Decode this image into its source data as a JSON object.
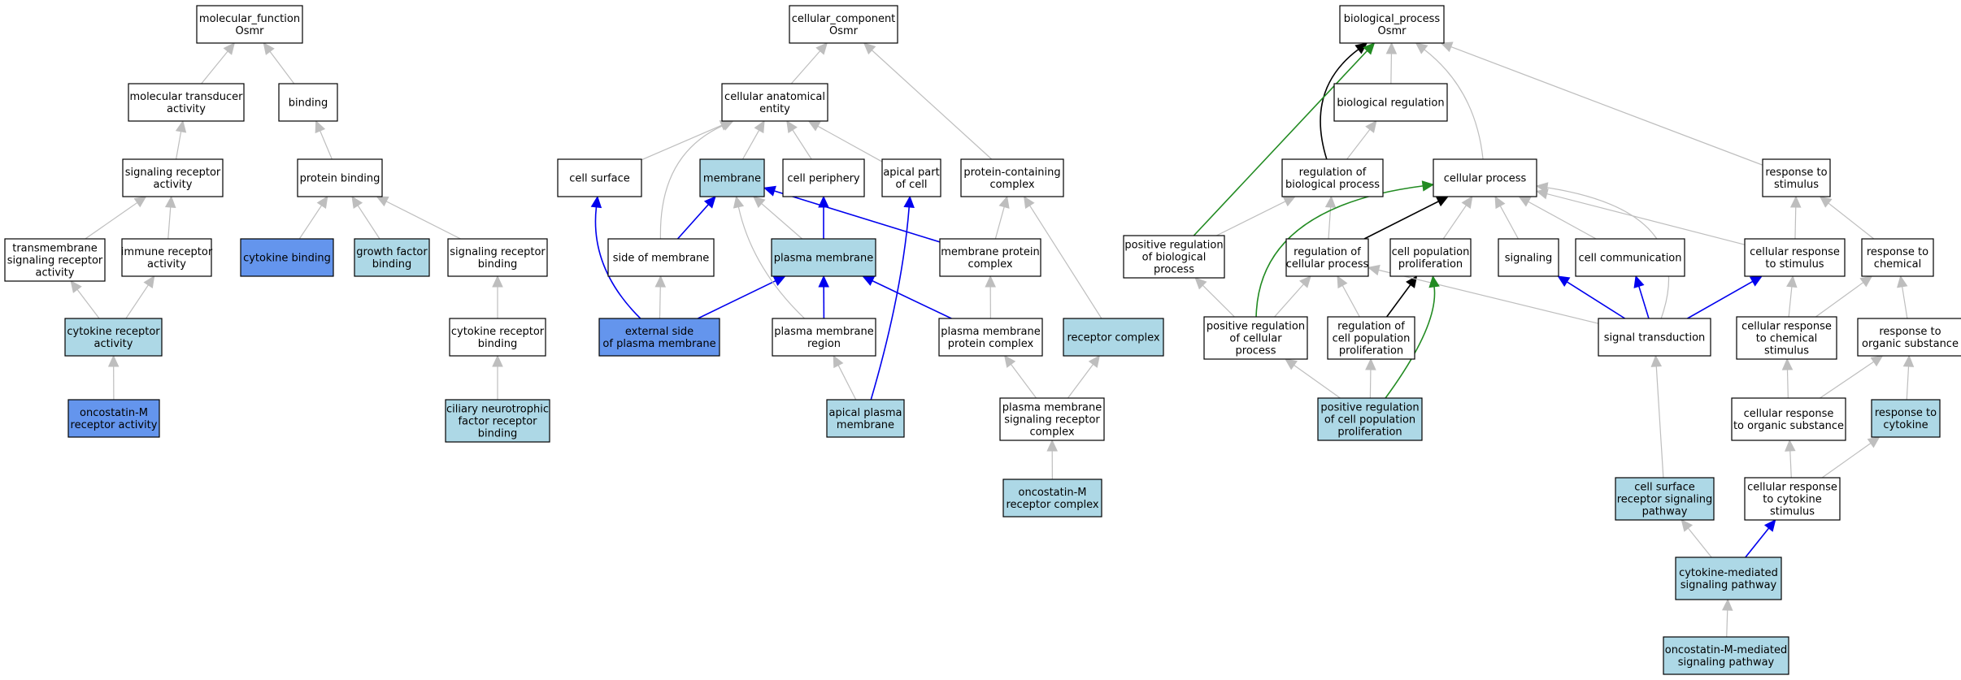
{
  "nodes": {
    "mf_osmr": {
      "lines": [
        "molecular_function",
        "Osmr"
      ],
      "fill": "#ffffff"
    },
    "mol_trans": {
      "lines": [
        "molecular transducer",
        "activity"
      ],
      "fill": "#ffffff"
    },
    "binding": {
      "lines": [
        "binding"
      ],
      "fill": "#ffffff"
    },
    "sig_rec_act": {
      "lines": [
        "signaling receptor",
        "activity"
      ],
      "fill": "#ffffff"
    },
    "protein_binding": {
      "lines": [
        "protein binding"
      ],
      "fill": "#ffffff"
    },
    "tm_sig_rec": {
      "lines": [
        "transmembrane",
        "signaling receptor",
        "activity"
      ],
      "fill": "#ffffff"
    },
    "immune_rec": {
      "lines": [
        "immune receptor",
        "activity"
      ],
      "fill": "#ffffff"
    },
    "cytokine_binding": {
      "lines": [
        "cytokine binding"
      ],
      "fill": "#6495ed"
    },
    "gf_binding": {
      "lines": [
        "growth factor",
        "binding"
      ],
      "fill": "#add8e6"
    },
    "sig_rec_binding": {
      "lines": [
        "signaling receptor",
        "binding"
      ],
      "fill": "#ffffff"
    },
    "cyt_rec_act": {
      "lines": [
        "cytokine receptor",
        "activity"
      ],
      "fill": "#add8e6"
    },
    "cyt_rec_binding": {
      "lines": [
        "cytokine receptor",
        "binding"
      ],
      "fill": "#ffffff"
    },
    "osm_rec_act": {
      "lines": [
        "oncostatin-M",
        "receptor activity"
      ],
      "fill": "#6495ed"
    },
    "cntf_rec": {
      "lines": [
        "ciliary neurotrophic",
        "factor receptor",
        "binding"
      ],
      "fill": "#add8e6"
    },
    "cc_osmr": {
      "lines": [
        "cellular_component",
        "Osmr"
      ],
      "fill": "#ffffff"
    },
    "cae": {
      "lines": [
        "cellular anatomical",
        "entity"
      ],
      "fill": "#ffffff"
    },
    "cell_surface": {
      "lines": [
        "cell surface"
      ],
      "fill": "#ffffff"
    },
    "membrane": {
      "lines": [
        "membrane"
      ],
      "fill": "#add8e6"
    },
    "cell_periphery": {
      "lines": [
        "cell periphery"
      ],
      "fill": "#ffffff"
    },
    "apical_part": {
      "lines": [
        "apical part",
        "of cell"
      ],
      "fill": "#ffffff"
    },
    "pcc": {
      "lines": [
        "protein-containing",
        "complex"
      ],
      "fill": "#ffffff"
    },
    "side_mem": {
      "lines": [
        "side of membrane"
      ],
      "fill": "#ffffff"
    },
    "plasma_mem": {
      "lines": [
        "plasma membrane"
      ],
      "fill": "#add8e6"
    },
    "mem_prot_cx": {
      "lines": [
        "membrane protein",
        "complex"
      ],
      "fill": "#ffffff"
    },
    "ext_side": {
      "lines": [
        "external side",
        "of plasma membrane"
      ],
      "fill": "#6495ed"
    },
    "pm_region": {
      "lines": [
        "plasma membrane",
        "region"
      ],
      "fill": "#ffffff"
    },
    "pm_prot_cx": {
      "lines": [
        "plasma membrane",
        "protein complex"
      ],
      "fill": "#ffffff"
    },
    "rec_cx": {
      "lines": [
        "receptor complex"
      ],
      "fill": "#add8e6"
    },
    "apical_pm": {
      "lines": [
        "apical plasma",
        "membrane"
      ],
      "fill": "#add8e6"
    },
    "pm_sig_rec_cx": {
      "lines": [
        "plasma membrane",
        "signaling receptor",
        "complex"
      ],
      "fill": "#ffffff"
    },
    "osm_rec_cx": {
      "lines": [
        "oncostatin-M",
        "receptor complex"
      ],
      "fill": "#add8e6"
    },
    "bp_osmr": {
      "lines": [
        "biological_process",
        "Osmr"
      ],
      "fill": "#ffffff"
    },
    "bio_reg": {
      "lines": [
        "biological regulation"
      ],
      "fill": "#ffffff"
    },
    "reg_bio": {
      "lines": [
        "regulation of",
        "biological process"
      ],
      "fill": "#ffffff"
    },
    "cell_proc": {
      "lines": [
        "cellular process"
      ],
      "fill": "#ffffff"
    },
    "resp_stim": {
      "lines": [
        "response to",
        "stimulus"
      ],
      "fill": "#ffffff"
    },
    "pos_reg_bio": {
      "lines": [
        "positive regulation",
        "of biological",
        "process"
      ],
      "fill": "#ffffff"
    },
    "reg_cell": {
      "lines": [
        "regulation of",
        "cellular process"
      ],
      "fill": "#ffffff"
    },
    "cell_pop_prolif": {
      "lines": [
        "cell population",
        "proliferation"
      ],
      "fill": "#ffffff"
    },
    "signaling": {
      "lines": [
        "signaling"
      ],
      "fill": "#ffffff"
    },
    "cell_comm": {
      "lines": [
        "cell communication"
      ],
      "fill": "#ffffff"
    },
    "cell_resp_stim": {
      "lines": [
        "cellular response",
        "to stimulus"
      ],
      "fill": "#ffffff"
    },
    "resp_chem": {
      "lines": [
        "response to",
        "chemical"
      ],
      "fill": "#ffffff"
    },
    "pos_reg_cell": {
      "lines": [
        "positive regulation",
        "of cellular",
        "process"
      ],
      "fill": "#ffffff"
    },
    "reg_cpp": {
      "lines": [
        "regulation of",
        "cell population",
        "proliferation"
      ],
      "fill": "#ffffff"
    },
    "sig_trans": {
      "lines": [
        "signal transduction"
      ],
      "fill": "#ffffff"
    },
    "cell_resp_chem": {
      "lines": [
        "cellular response",
        "to chemical",
        "stimulus"
      ],
      "fill": "#ffffff"
    },
    "resp_org": {
      "lines": [
        "response to",
        "organic substance"
      ],
      "fill": "#ffffff"
    },
    "pos_reg_cpp": {
      "lines": [
        "positive regulation",
        "of cell population",
        "proliferation"
      ],
      "fill": "#add8e6"
    },
    "cell_resp_org": {
      "lines": [
        "cellular response",
        "to organic substance"
      ],
      "fill": "#ffffff"
    },
    "resp_cyt": {
      "lines": [
        "response to",
        "cytokine"
      ],
      "fill": "#add8e6"
    },
    "cs_rec_sig": {
      "lines": [
        "cell surface",
        "receptor signaling",
        "pathway"
      ],
      "fill": "#add8e6"
    },
    "cell_resp_cyt": {
      "lines": [
        "cellular response",
        "to cytokine",
        "stimulus"
      ],
      "fill": "#ffffff"
    },
    "cyt_med": {
      "lines": [
        "cytokine-mediated",
        "signaling pathway"
      ],
      "fill": "#add8e6"
    },
    "osm_med": {
      "lines": [
        "oncostatin-M-mediated",
        "signaling pathway"
      ],
      "fill": "#add8e6"
    }
  },
  "edge_colors": {
    "is_a": "#bebebe",
    "part_of": "#0000ee",
    "regulates": "#000000",
    "positively_regulates": "#228b22"
  }
}
